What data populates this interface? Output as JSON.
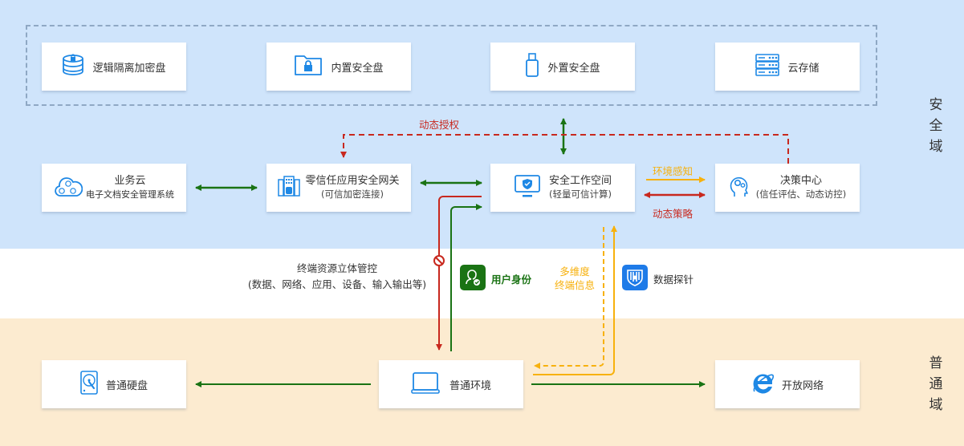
{
  "zones": {
    "safe_label": "安全域",
    "normal_label": "普通域"
  },
  "storage": [
    {
      "label": "逻辑隔离加密盘",
      "icon": "encrypted-database-icon"
    },
    {
      "label": "内置安全盘",
      "icon": "locked-folder-icon"
    },
    {
      "label": "外置安全盘",
      "icon": "usb-drive-icon"
    },
    {
      "label": "云存储",
      "icon": "server-rack-icon"
    }
  ],
  "business_cloud": {
    "title": "业务云",
    "subtitle": "电子文档安全管理系统",
    "icon": "cloud-icon"
  },
  "gateway": {
    "title": "零信任应用安全网关",
    "subtitle": "(可信加密连接)",
    "icon": "building-shield-icon"
  },
  "workspace": {
    "title": "安全工作空间",
    "subtitle": "(轻量可信计算)",
    "icon": "monitor-shield-icon"
  },
  "decision": {
    "title": "决策中心",
    "subtitle": "(信任评估、动态访控)",
    "icon": "head-gears-icon"
  },
  "flow_labels": {
    "dynamic_auth": "动态授权",
    "env_sense": "环境感知",
    "dynamic_policy": "动态策略",
    "terminal_control_line1": "终端资源立体管控",
    "terminal_control_line2": "(数据、网络、应用、设备、输入输出等)",
    "user_identity": "用户身份",
    "multi_dim_line1": "多维度",
    "multi_dim_line2": "终端信息",
    "data_probe": "数据探针"
  },
  "normal": [
    {
      "label": "普通硬盘",
      "icon": "hard-disk-icon"
    },
    {
      "label": "普通环境",
      "icon": "laptop-icon"
    },
    {
      "label": "开放网络",
      "icon": "browser-e-icon"
    }
  ],
  "colors": {
    "safe_zone": "#cfe4fb",
    "normal_zone": "#fcebd0",
    "green_flow": "#1a7314",
    "red_flow": "#c8281e",
    "orange_flow": "#f7b10d",
    "icon_blue": "#1e88e5"
  }
}
